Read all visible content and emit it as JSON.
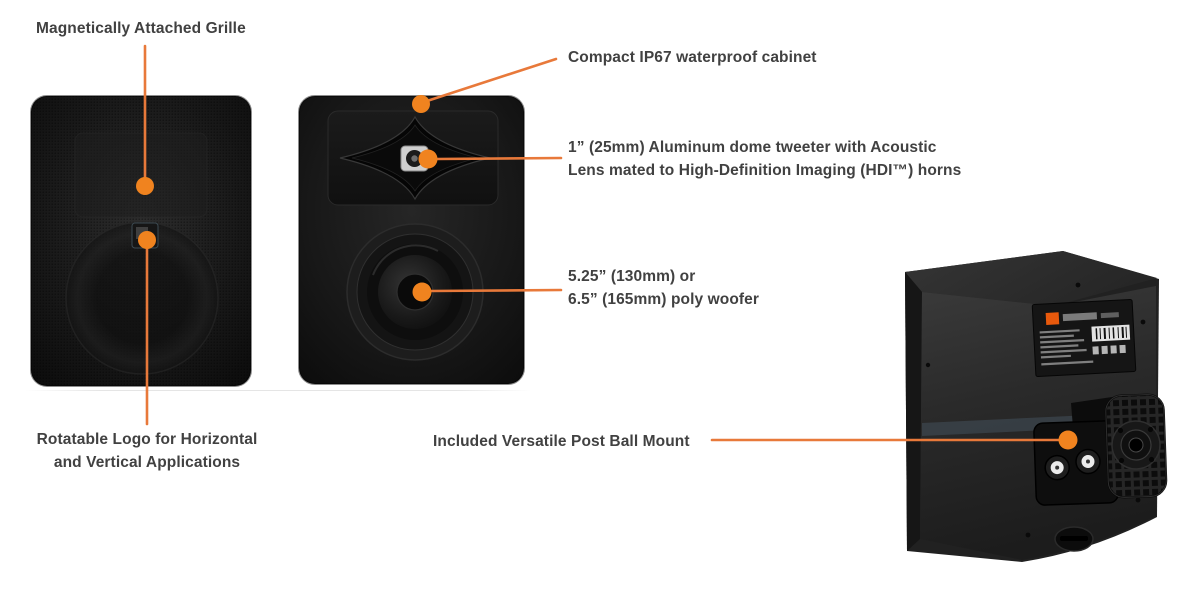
{
  "diagram": {
    "subject": "outdoor-speaker-feature-callouts",
    "accent_line_color": "#E8793A",
    "accent_dot_color": "#F0831F",
    "text_color": "#414141",
    "brand_chip_color": "#E8590C"
  },
  "callouts": {
    "grille": {
      "label": "Magnetically Attached Grille"
    },
    "cabinet": {
      "label": "Compact IP67 waterproof cabinet"
    },
    "tweeter": {
      "line1": "1” (25mm) Aluminum dome tweeter with Acoustic",
      "line2": "Lens mated to High-Definition Imaging (HDI™) horns"
    },
    "woofer": {
      "line1": "5.25” (130mm) or",
      "line2": "6.5” (165mm) poly woofer"
    },
    "logo": {
      "line1": "Rotatable Logo for Horizontal",
      "line2": "and Vertical Applications"
    },
    "mount": {
      "label": "Included Versatile Post Ball Mount"
    }
  }
}
